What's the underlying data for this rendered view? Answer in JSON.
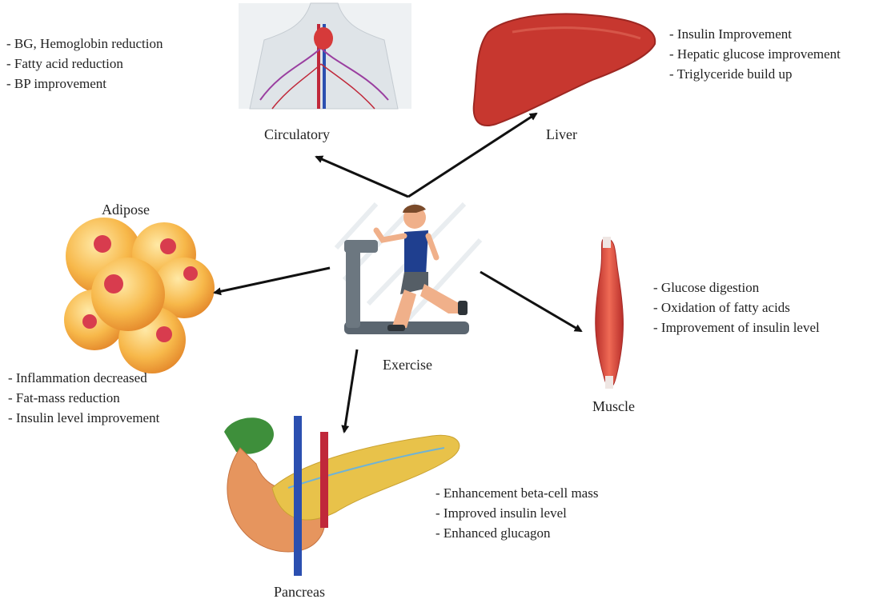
{
  "center": {
    "label": "Exercise"
  },
  "nodes": {
    "circulatory": {
      "label": "Circulatory",
      "effects": [
        "BG, Hemoglobin reduction",
        "Fatty acid reduction",
        "BP improvement"
      ]
    },
    "liver": {
      "label": "Liver",
      "effects": [
        "Insulin Improvement",
        "Hepatic glucose improvement",
        "Triglyceride build up"
      ]
    },
    "adipose": {
      "label": "Adipose",
      "effects": [
        "Inflammation decreased",
        "Fat-mass reduction",
        "Insulin level improvement"
      ]
    },
    "muscle": {
      "label": "Muscle",
      "effects": [
        "Glucose digestion",
        "Oxidation of fatty acids",
        "Improvement of insulin level"
      ]
    },
    "pancreas": {
      "label": "Pancreas",
      "effects": [
        "Enhancement beta-cell mass",
        "Improved insulin level",
        "Enhanced glucagon"
      ]
    }
  },
  "colors": {
    "arrow": "#111111",
    "liver": "#c7372f",
    "muscle": "#d9473a",
    "adipose": "#f2a23a",
    "pancreas": "#e8c24a",
    "shirt": "#1f3f8f"
  }
}
